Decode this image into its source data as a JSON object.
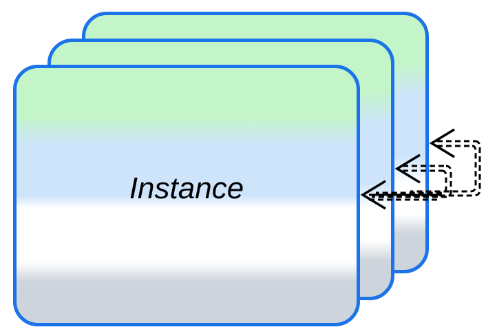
{
  "diagram": {
    "cards": [
      {
        "id": "back",
        "label": ""
      },
      {
        "id": "middle",
        "label": ""
      },
      {
        "id": "front",
        "label": "Instance"
      }
    ],
    "arrows": [
      {
        "id": "arrow-back",
        "style": "dashed-loop",
        "target": "back"
      },
      {
        "id": "arrow-middle",
        "style": "dashed-loop",
        "target": "middle"
      },
      {
        "id": "arrow-front",
        "style": "dashed-loop",
        "target": "front"
      }
    ],
    "colors": {
      "border": "#1a73e8",
      "band_top": "#c3f5c8",
      "band_mid": "#cde4fb",
      "band_light": "#ffffff",
      "band_bottom": "#cdd4dc",
      "arrow": "#000000"
    }
  }
}
